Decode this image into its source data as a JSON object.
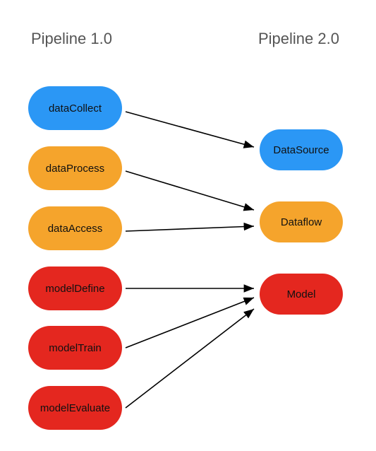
{
  "headings": {
    "left": "Pipeline 1.0",
    "right": "Pipeline 2.0"
  },
  "left_nodes": [
    {
      "label": "dataCollect",
      "color": "#2b97f5"
    },
    {
      "label": "dataProcess",
      "color": "#f5a42c"
    },
    {
      "label": "dataAccess",
      "color": "#f5a42c"
    },
    {
      "label": "modelDefine",
      "color": "#e4271f"
    },
    {
      "label": "modelTrain",
      "color": "#e4271f"
    },
    {
      "label": "modelEvaluate",
      "color": "#e4271f"
    }
  ],
  "right_nodes": [
    {
      "label": "DataSource",
      "color": "#2b97f5"
    },
    {
      "label": "Dataflow",
      "color": "#f5a42c"
    },
    {
      "label": "Model",
      "color": "#e4271f"
    }
  ],
  "edges": [
    {
      "from": "dataCollect",
      "to": "DataSource"
    },
    {
      "from": "dataProcess",
      "to": "Dataflow"
    },
    {
      "from": "dataAccess",
      "to": "Dataflow"
    },
    {
      "from": "modelDefine",
      "to": "Model"
    },
    {
      "from": "modelTrain",
      "to": "Model"
    },
    {
      "from": "modelEvaluate",
      "to": "Model"
    }
  ]
}
